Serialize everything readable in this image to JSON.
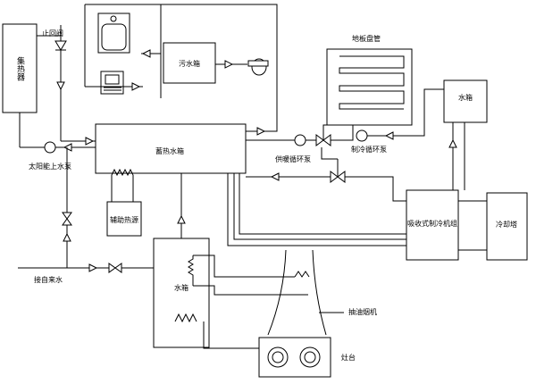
{
  "labels": {
    "solar_collector": "集热器",
    "check_valve": "止回阀",
    "sewage_tank": "污水箱",
    "floor_coil": "地板盘管",
    "water_tank_right": "水箱",
    "storage_tank": "蓄热水箱",
    "solar_pump": "太阳能上水泵",
    "heating_pump": "供暖循环泵",
    "cooling_pump": "制冷循环泵",
    "aux_heat_source": "辅助热源",
    "absorption_chiller": "吸收式制冷机组",
    "cooling_tower": "冷却塔",
    "tap_water": "接自来水",
    "water_tank_bottom": "水箱",
    "exhaust_hood": "抽油烟机",
    "stove": "灶台"
  }
}
